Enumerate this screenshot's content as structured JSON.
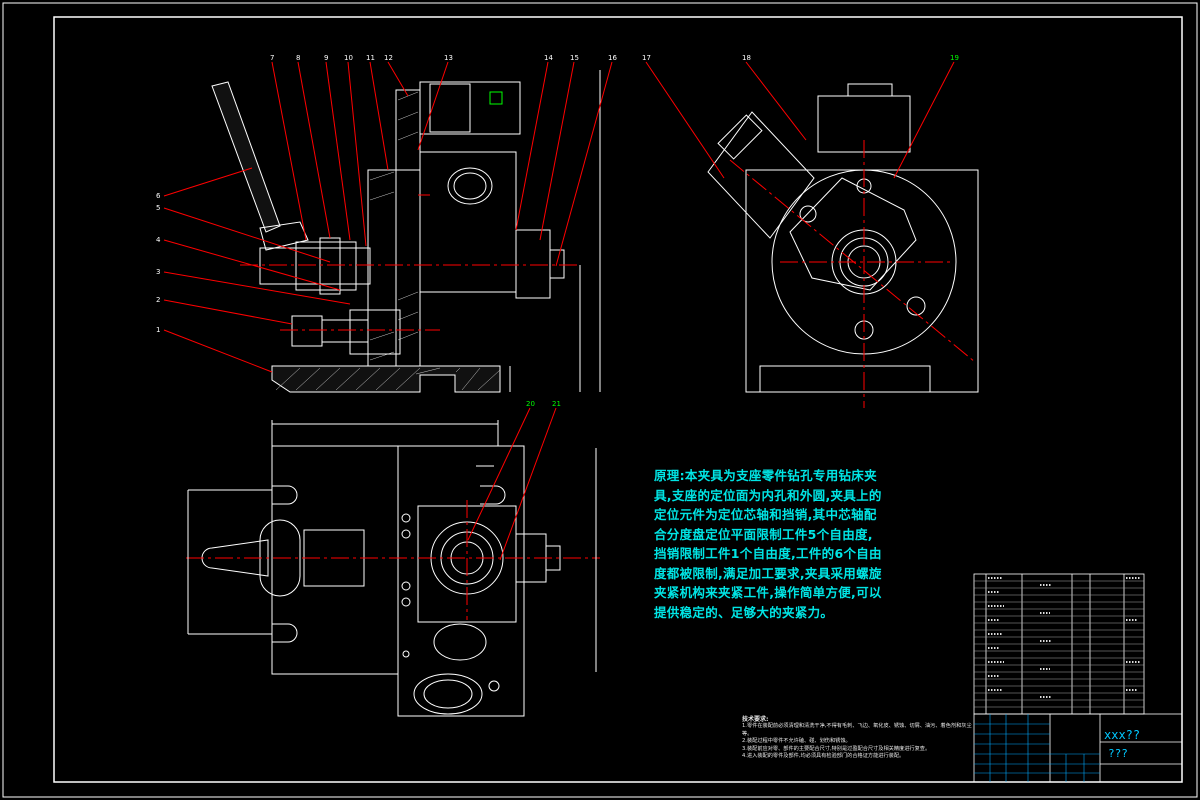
{
  "callouts": [
    "1",
    "2",
    "3",
    "4",
    "5",
    "6",
    "7",
    "8",
    "9",
    "10",
    "11",
    "12",
    "13",
    "14",
    "15",
    "16",
    "17",
    "18",
    "19",
    "20",
    "21"
  ],
  "description": "原理:本夹具为支座零件钻孔专用钻床夹具,支座的定位面为内孔和外圆,夹具上的定位元件为定位芯轴和挡销,其中芯轴配合分度盘定位平面限制工件5个自由度,挡销限制工件1个自由度,工件的6个自由度都被限制,满足加工要求,夹具采用螺旋夹紧机构来夹紧工件,操作简单方便,可以提供稳定的、足够大的夹紧力。",
  "notes": {
    "title": "技术要求:",
    "lines": [
      "1.零件在装配前必须清理和清洗干净,不得有毛刺、飞边、氧化皮、锈蚀、切屑、油污、着色剂和灰尘等。",
      "2.装配过程中零件不允许磕、碰、划伤和锈蚀。",
      "3.装配前应对零、部件的主要配合尺寸,特别是过盈配合尺寸及相关精度进行复查。",
      "4.进入装配的零件及部件,均必须具有检验部门的合格证方能进行装配。"
    ]
  },
  "title_block": {
    "name": "xxx??",
    "code": "???"
  }
}
